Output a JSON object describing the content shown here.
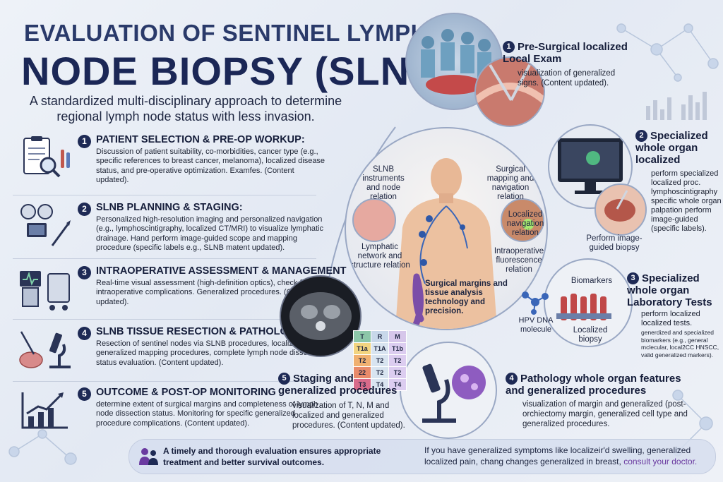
{
  "header": {
    "title_line1": "EVALUATION OF SENTINEL LYMPH",
    "title_line2": "NODE BIOPSY (SLNB)",
    "subtitle": "A standardized multi-disciplinary approach to determine regional lymph node status with less invasion."
  },
  "steps": [
    {
      "num": "1",
      "heading": "PATIENT SELECTION & PRE-OP WORKUP:",
      "body": "Discussion of patient suitability, co-morbidities, cancer type (e.g., specific references to breast cancer, melanoma), localized disease status, and pre-operative optimization. Examfes. (Content updated)."
    },
    {
      "num": "2",
      "heading": "SLNB PLANNING & STAGING:",
      "body": "Personalized high-resolution imaging and personalized navigation (e.g., lymphoscintigraphy, localized CT/MRI) to visualize lymphatic drainage. Hand perform image-guided scope and mapping procedure (specific labels e.g., SLNB matent updated)."
    },
    {
      "num": "3",
      "heading": "INTRAOPERATIVE ASSESSMENT & MANAGEMENT",
      "body": "Real-time visual assessment (high-definition optics), check for intraoperative complications. Generalized procedures. (Content updated)."
    },
    {
      "num": "4",
      "heading": "SLNB TISSUE RESECTION & PATHOLOGY",
      "body": "Resection of sentinel nodes via SLNB procedures, localized generalized mapping procedures, complete lymph node dissection status evaluation. (Content updated)."
    },
    {
      "num": "5",
      "heading": "OUTCOME & POST-OP MONITORING",
      "body": "determine extent of surgical margins and completeness of lymph node dissection status. Monitoring for specific generalized procedure complications. (Content updated)."
    }
  ],
  "center": {
    "label_instruments": "SLNB instruments and node relation",
    "label_mapping": "Surgical mapping and navigation relation",
    "label_lymphatic": "Lymphatic network and structure relation",
    "label_navigation": "Localized navigation relation",
    "label_fluorescence": "Intraoperative fluorescence relation",
    "label_margins": "Surgical margins and tissue analysis technology and precision."
  },
  "right": {
    "r1_num": "1",
    "r1_heading": "Pre-Surgical localized Local Exam",
    "r1_body": "visualization of generalized signs. (Content updated).",
    "r2_num": "2",
    "r2_heading": "Specialized whole organ localized",
    "r2_body": "perform specialized localized proc. lymphoscintigraphy specific whole organ palpation perform image-guided (specific labels).",
    "r2_label": "Perform image-guided biopsy",
    "r3_num": "3",
    "r3_heading": "Specialized whole organ Laboratory Tests",
    "r3_body": "perform localized localized tests.",
    "r3_small": "generdized and specialized biomarkers (e.g., general mclecular, local2CC HNSCC, valid generalized markers).",
    "r3_label_biomarkers": "Biomarkers",
    "r3_label_hpv": "HPV DNA molecule",
    "r3_label_biopsy": "Localized biopsy",
    "r4_num": "4",
    "r4_heading": "Pathology whole organ features and generalized procedures",
    "r4_body": "visualization of margin and generalized (post-orchiectomy margin, generalized cell type and generalized procedures.",
    "r5_num": "5",
    "r5_heading": "Staging and generalized procedures",
    "r5_body": "visualization of T, N, M and localized and generalized procedures. (Content updated)."
  },
  "tnm": {
    "rows": [
      [
        "T",
        "R",
        "M"
      ],
      [
        "T1a",
        "T1A",
        "T1b"
      ],
      [
        "T2",
        "T2",
        "T2"
      ],
      [
        "22",
        "T2",
        "T2"
      ],
      [
        "T3",
        "T4",
        "T4"
      ]
    ]
  },
  "footer": {
    "left": "A timely and thorough evaluation ensures appropriate treatment and better survival outcomes.",
    "right": "If you have generalized symptoms like localizeir'd swelling, generalized localized pain, chang changes generalized in breast,",
    "link": "consult your doctor."
  },
  "colors": {
    "navy": "#1b2756",
    "accent_purple": "#6a3aa0",
    "badge": "#1e2a55"
  }
}
